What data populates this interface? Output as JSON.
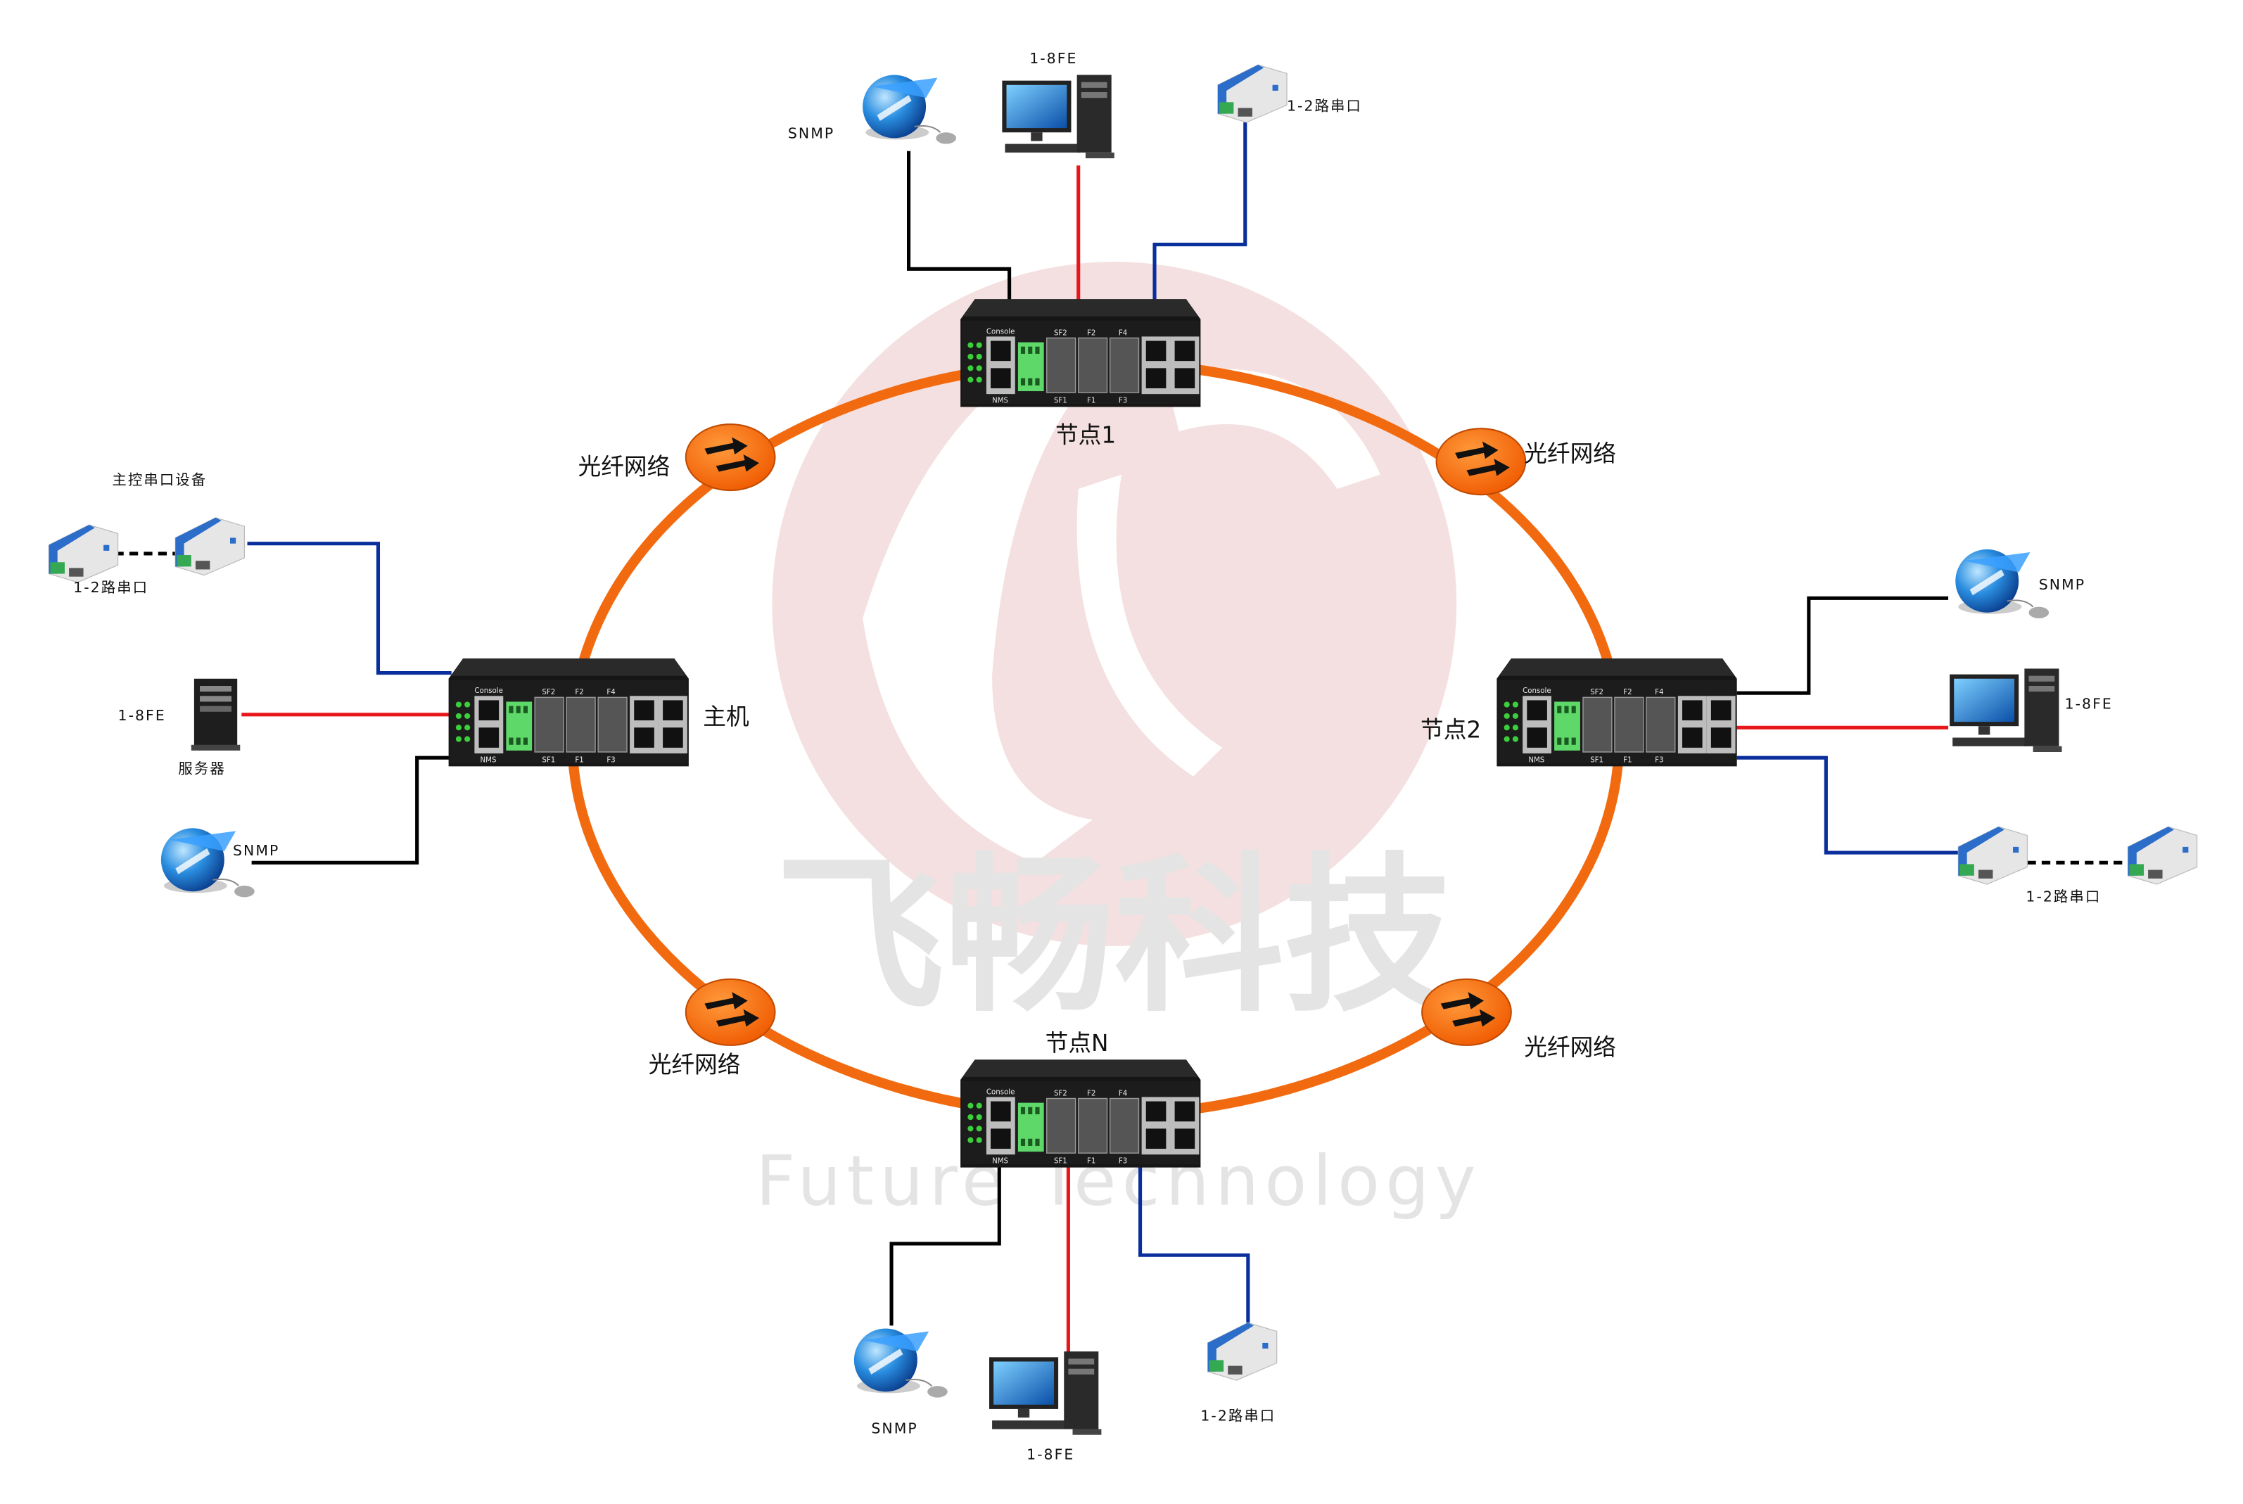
{
  "colors": {
    "ring": "#f26a10",
    "ethernet": "#e8161b",
    "serial_link": "#0a2f9c",
    "nms_link": "#000000",
    "watermark_logo": "#f4e0e0",
    "watermark_text": "#e4e4e4"
  },
  "watermark": {
    "cn": "飞畅科技",
    "en": "Future Technology"
  },
  "fiber_label": "光纤网络",
  "nodes": {
    "host": {
      "label": "主机",
      "serial_title": "主控串口设备",
      "serial_label": "1-2路串口",
      "fe_label": "1-8FE",
      "server_label": "服务器",
      "snmp_label": "SNMP"
    },
    "node1": {
      "label": "节点1",
      "snmp_label": "SNMP",
      "fe_label": "1-8FE",
      "serial_label": "1-2路串口"
    },
    "node2": {
      "label": "节点2",
      "snmp_label": "SNMP",
      "fe_label": "1-8FE",
      "serial_label": "1-2路串口"
    },
    "nodeN": {
      "label": "节点N",
      "snmp_label": "SNMP",
      "fe_label": "1-8FE",
      "serial_label": "1-2路串口"
    }
  },
  "switch_panel": {
    "console": "Console",
    "nms": "NMS",
    "sf1": "SF1",
    "sf2": "SF2",
    "f1": "F1",
    "f2": "F2",
    "f3": "F3",
    "f4": "F4"
  },
  "icons": {
    "switch": "industrial-ring-switch-icon",
    "pc": "desktop-computer-icon",
    "snmp": "snmp-globe-icon",
    "serial": "serial-converter-icon",
    "server": "server-tower-icon",
    "fiber": "fiber-arrows-icon"
  }
}
